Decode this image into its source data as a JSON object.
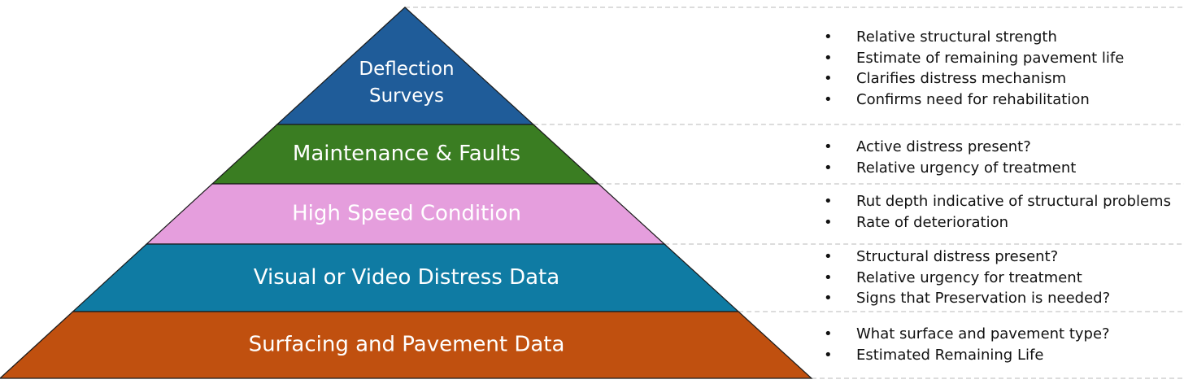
{
  "layers": [
    {
      "id": "deflection-surveys",
      "label_lines": [
        "Deflection",
        "Surveys"
      ],
      "color": "#1F5C99",
      "notes": [
        "Relative structural strength",
        "Estimate of remaining pavement life",
        "Clarifies distress mechanism",
        "Confirms need for rehabilitation"
      ]
    },
    {
      "id": "maintenance-faults",
      "label_lines": [
        "Maintenance & Faults"
      ],
      "color": "#3A7D22",
      "notes": [
        "Active distress present?",
        "Relative urgency of treatment"
      ]
    },
    {
      "id": "high-speed-condition",
      "label_lines": [
        "High Speed Condition"
      ],
      "color": "#E59EDD",
      "notes": [
        "Rut depth indicative of structural problems",
        "Rate of deterioration"
      ]
    },
    {
      "id": "visual-video-distress",
      "label_lines": [
        "Visual or Video Distress Data"
      ],
      "color": "#0F7BA3",
      "notes": [
        "Structural distress present?",
        "Relative urgency for treatment",
        "Signs that Preservation is needed?"
      ]
    },
    {
      "id": "surfacing-pavement",
      "label_lines": [
        "Surfacing and Pavement Data"
      ],
      "color": "#C0500F",
      "notes": [
        "What surface and pavement type?",
        "Estimated Remaining Life"
      ]
    }
  ],
  "bullet_glyph": "•"
}
